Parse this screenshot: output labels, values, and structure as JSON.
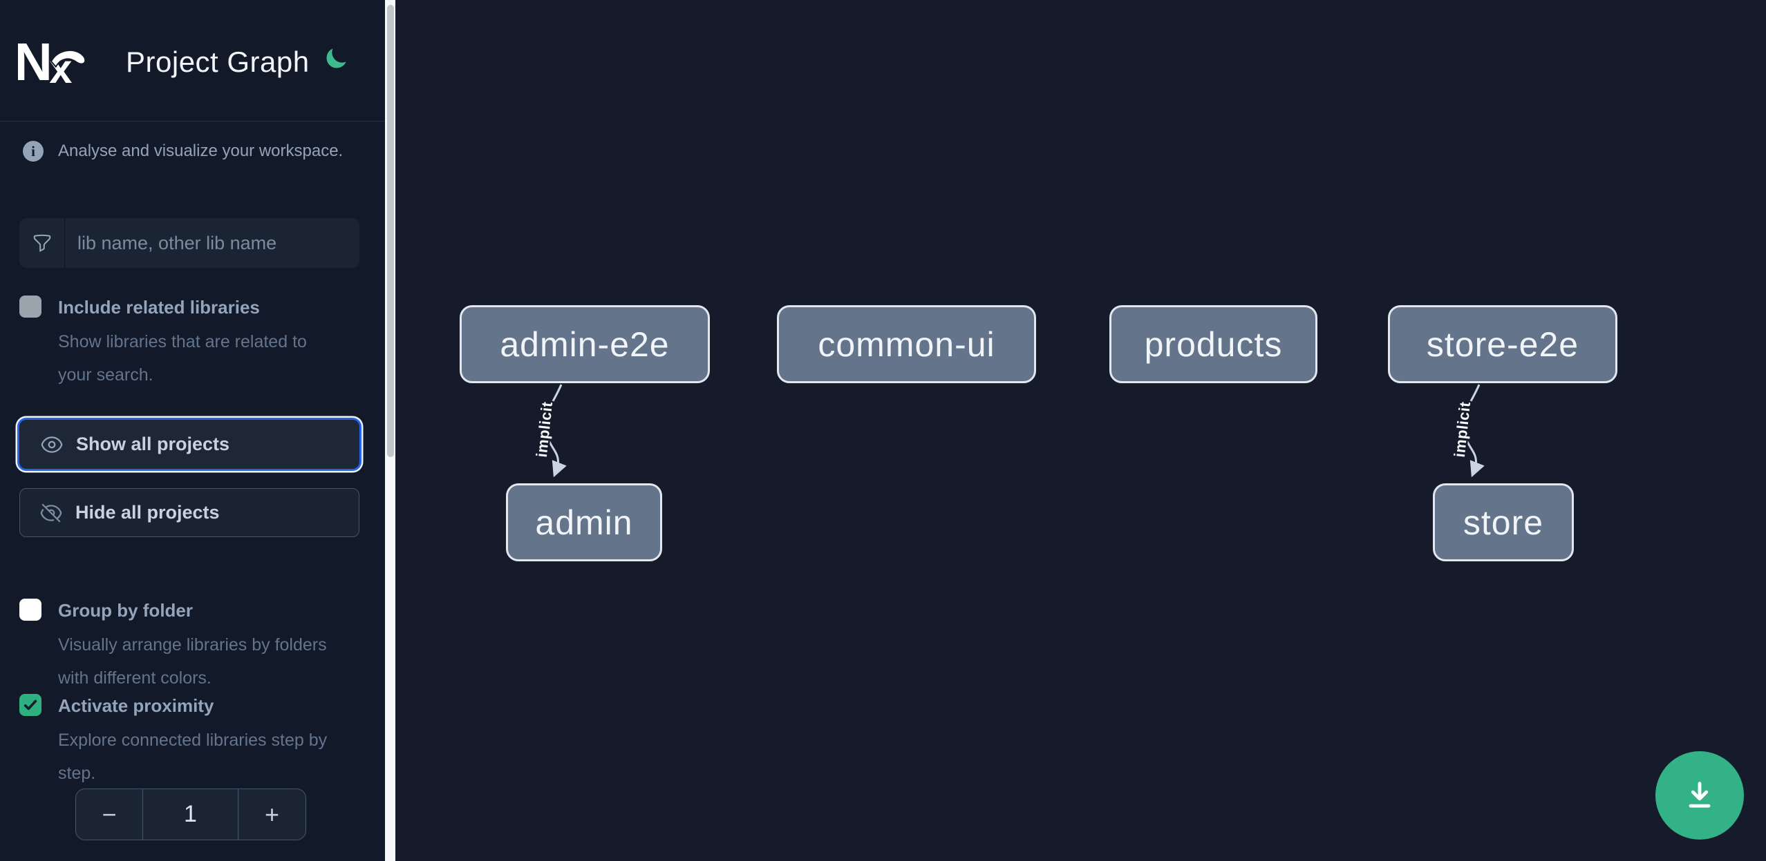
{
  "app": {
    "title": "Project Graph"
  },
  "colors": {
    "accent_green": "#3EBA91",
    "fab_green": "#33B287",
    "checkbox_green": "#2EB180",
    "focus_blue": "#2563EB",
    "node_fill": "#64748B",
    "sidebar_bg": "#121A29",
    "canvas_bg": "#151B2A"
  },
  "sidebar": {
    "info_text": "Analyse and visualize your workspace.",
    "search": {
      "placeholder": "lib name, other lib name",
      "icon": "funnel-icon"
    },
    "options": [
      {
        "label": "Include related libraries",
        "description": "Show libraries that are related to your search.",
        "checked": false,
        "disabled": true
      },
      {
        "label": "Group by folder",
        "description": "Visually arrange libraries by folders with different colors.",
        "checked": false,
        "disabled": false
      },
      {
        "label": "Activate proximity",
        "description": "Explore connected libraries step by step.",
        "checked": true,
        "disabled": false
      }
    ],
    "buttons": [
      {
        "label": "Show all projects",
        "icon": "eye-icon",
        "focused": true
      },
      {
        "label": "Hide all projects",
        "icon": "eye-off-icon",
        "focused": false
      }
    ],
    "stepper": {
      "decrement": "−",
      "value": "1",
      "increment": "+"
    }
  },
  "graph": {
    "nodes": [
      {
        "label": "admin-e2e"
      },
      {
        "label": "common-ui"
      },
      {
        "label": "products"
      },
      {
        "label": "store-e2e"
      },
      {
        "label": "admin"
      },
      {
        "label": "store"
      }
    ],
    "edges": [
      {
        "from": "admin-e2e",
        "to": "admin",
        "label": "implicit"
      },
      {
        "from": "store-e2e",
        "to": "store",
        "label": "implicit"
      }
    ]
  },
  "fab": {
    "icon": "download-icon"
  }
}
